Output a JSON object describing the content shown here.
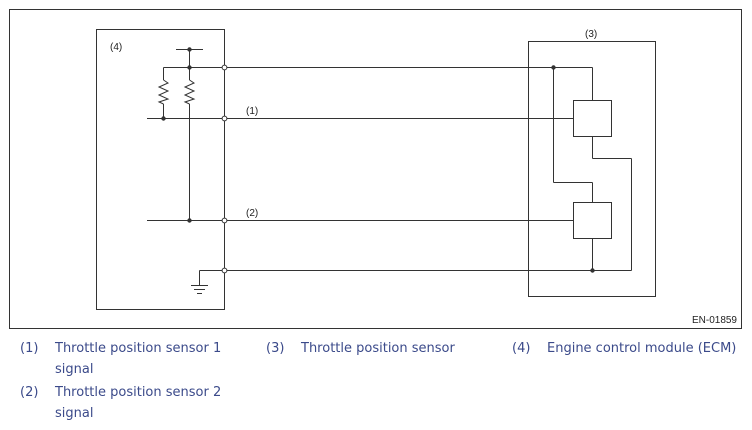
{
  "diagram": {
    "labels": {
      "ecm": "(4)",
      "sensor": "(3)",
      "sig1": "(1)",
      "sig2": "(2)"
    },
    "figure_code": "EN-01859"
  },
  "legend": [
    {
      "num": "(1)",
      "text": "Throttle position sensor 1 signal"
    },
    {
      "num": "(2)",
      "text": "Throttle position sensor 2 signal"
    },
    {
      "num": "(3)",
      "text": "Throttle position sensor"
    },
    {
      "num": "(4)",
      "text": "Engine control module (ECM)"
    }
  ]
}
